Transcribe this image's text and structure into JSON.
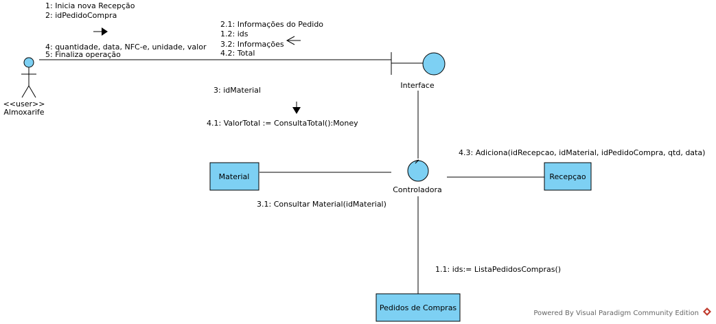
{
  "actor": {
    "stereotype": "<<user>>",
    "name": "Almoxarife"
  },
  "boundary": {
    "name": "Interface"
  },
  "control": {
    "name": "Controladora"
  },
  "entities": {
    "material": "Material",
    "recepcao": "Recepçao",
    "pedidos": "Pedidos de Compras"
  },
  "messages": {
    "actor_to_interface": [
      "1: Inicia nova Recepção",
      "2: idPedidoCompra"
    ],
    "actor_to_interface_2": [
      "4: quantidade, data, NFC-e, unidade, valor",
      "5: Finaliza operação"
    ],
    "interface_to_actor": [
      "2.1: Informações do Pedido",
      "1.2: ids",
      "3.2: Informações",
      "4.2: Total"
    ],
    "interface_to_control": [
      "3: idMaterial",
      "4.1: ValorTotal := ConsultaTotal():Money"
    ],
    "control_to_recepcao": "4.3: Adiciona(idRecepcao, idMaterial, idPedidoCompra, qtd, data)",
    "control_to_material": "3.1: Consultar Material(idMaterial)",
    "control_to_pedidos": "1.1: ids:= ListaPedidosCompras()"
  },
  "footer": {
    "text": "Powered By Visual Paradigm Community Edition",
    "logo_color": "#c0392b"
  },
  "colors": {
    "node_fill": "#7dd0f3"
  }
}
